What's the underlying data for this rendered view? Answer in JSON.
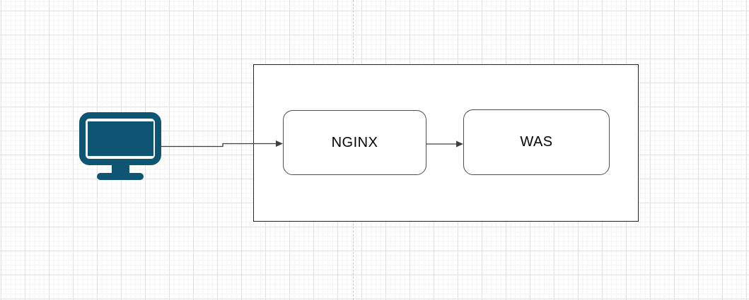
{
  "diagram": {
    "container": {
      "role": "grouping-box"
    },
    "nodes": {
      "client": {
        "icon": "computer-monitor-icon",
        "label": ""
      },
      "nginx": {
        "label": "NGINX"
      },
      "was": {
        "label": "WAS"
      }
    },
    "edges": [
      {
        "from": "client",
        "to": "nginx",
        "arrow": "right"
      },
      {
        "from": "nginx",
        "to": "was",
        "arrow": "right"
      }
    ],
    "colors": {
      "monitor": "#0e5573",
      "edge": "#404040",
      "node_border": "#4d4d4d",
      "container_border": "#262626",
      "grid_major": "#e2e2e2",
      "grid_fine": "#f4f4f4",
      "page_break": "#c9c9c9",
      "node_fill": "#ffffff",
      "label_text": "#000000"
    }
  }
}
